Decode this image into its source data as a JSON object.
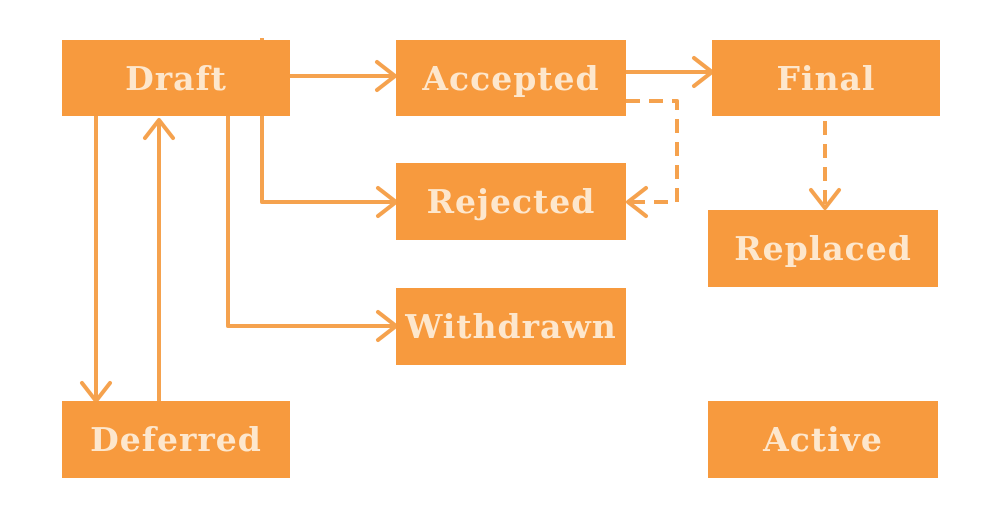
{
  "diagram": {
    "states": {
      "draft": "Draft",
      "accepted": "Accepted",
      "final": "Final",
      "rejected": "Rejected",
      "replaced": "Replaced",
      "withdrawn": "Withdrawn",
      "deferred": "Deferred",
      "active": "Active"
    },
    "transitions": [
      {
        "from": "Draft",
        "to": "Accepted",
        "style": "solid"
      },
      {
        "from": "Accepted",
        "to": "Final",
        "style": "solid"
      },
      {
        "from": "Accepted",
        "to": "Rejected",
        "style": "dashed"
      },
      {
        "from": "Final",
        "to": "Replaced",
        "style": "dashed"
      },
      {
        "from": "Draft",
        "to": "Rejected",
        "style": "solid"
      },
      {
        "from": "Draft",
        "to": "Withdrawn",
        "style": "solid"
      },
      {
        "from": "Draft",
        "to": "Deferred",
        "style": "solid"
      },
      {
        "from": "Deferred",
        "to": "Draft",
        "style": "solid"
      }
    ],
    "colors": {
      "box_fill": "#f79a3e",
      "box_text": "#fde7cd",
      "edge": "#f5a24e"
    }
  }
}
